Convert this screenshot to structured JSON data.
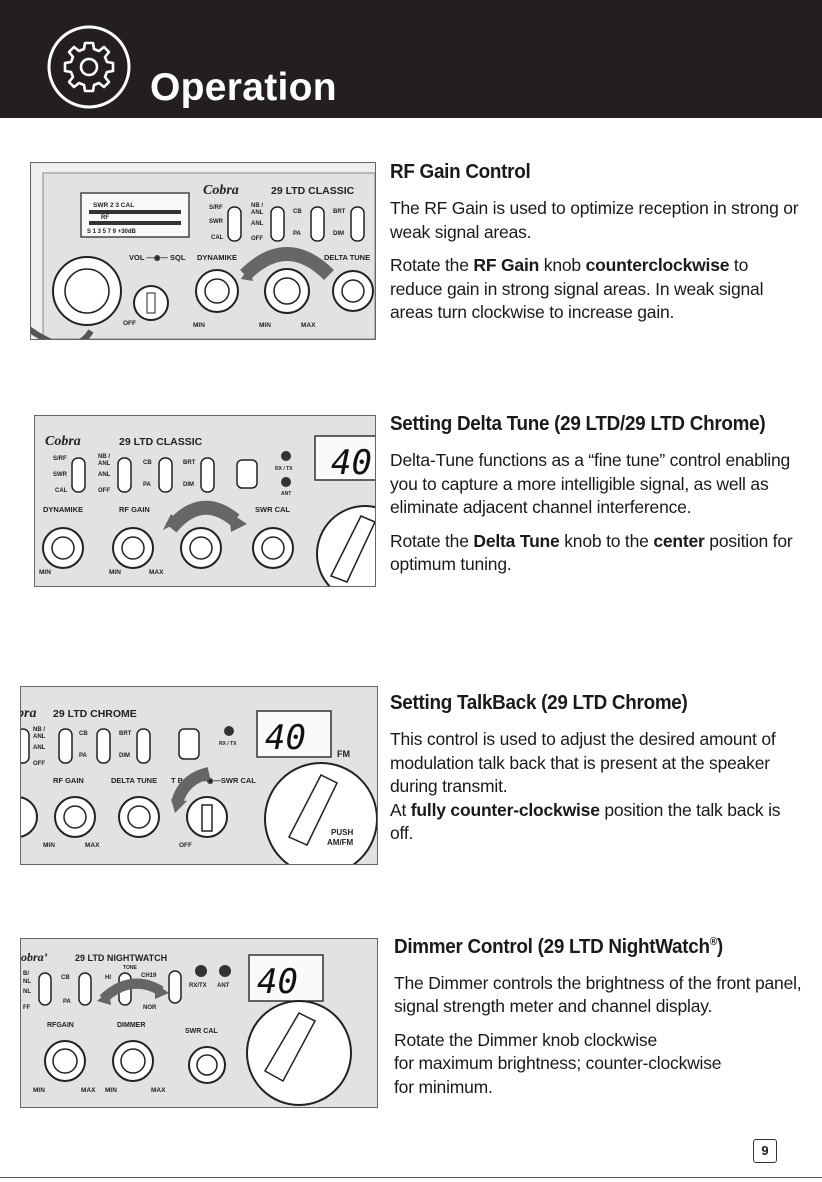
{
  "header": {
    "title": "Operation",
    "icon": "gear-icon",
    "bg_color": "#231f20"
  },
  "sections": {
    "rf_gain": {
      "title": "RF Gain Control",
      "p1": "The RF Gain is used to optimize reception in strong or weak signal areas.",
      "p2_a": "Rotate the ",
      "p2_b": "RF Gain",
      "p2_c": " knob ",
      "p2_d": "counterclockwise",
      "p2_e": " to reduce gain in strong signal areas. In weak signal areas turn clockwise to increase gain.",
      "panel": {
        "brand": "Cobra",
        "model": "29 LTD CLASSIC",
        "meter_top": "SWR   2    3        CAL",
        "meter_rf": "RF",
        "meter_bottom": "S 1      3   5  7  9   +30dB",
        "sw_srf": "S/RF",
        "sw_swr": "SWR",
        "sw_cal": "CAL",
        "sw_nb": "NB /",
        "sw_anl": "ANL",
        "sw_anl2": "ANL",
        "sw_off": "OFF",
        "sw_cb": "CB",
        "sw_pa": "PA",
        "sw_brt": "BRT",
        "sw_dim": "DIM",
        "k_volsql": "VOL —◉— SQL",
        "k_dynamike": "DYNAMIKE",
        "k_deltatune": "DELTA TUNE",
        "s_off": "OFF",
        "s_min1": "MIN",
        "s_min2": "MIN",
        "s_max": "MAX"
      }
    },
    "delta_tune": {
      "title": "Setting Delta Tune (29 LTD/29 LTD Chrome)",
      "p1": "Delta-Tune functions as a “fine tune” control enabling you to capture a more intelligible signal, as well as eliminate adjacent channel interference.",
      "p2_a": "Rotate the ",
      "p2_b": "Delta Tune",
      "p2_c": "  knob to the ",
      "p2_d": "center",
      "p2_e": " position for optimum tuning.",
      "panel": {
        "brand": "Cobra",
        "model": "29 LTD CLASSIC",
        "sw_srf": "S/RF",
        "sw_swr": "SWR",
        "sw_cal": "CAL",
        "sw_nb": "NB /",
        "sw_anl": "ANL",
        "sw_anl2": "ANL",
        "sw_off": "OFF",
        "sw_cb": "CB",
        "sw_pa": "PA",
        "sw_brt": "BRT",
        "sw_dim": "DIM",
        "led_rxtx": "RX / TX",
        "led_ant": "ANT",
        "channel": "40",
        "k_dynamike": "DYNAMIKE",
        "k_rfgain": "RF GAIN",
        "k_swrcal": "SWR CAL",
        "s_min1": "MIN",
        "s_min2": "MIN",
        "s_max": "MAX"
      }
    },
    "talkback": {
      "title": "Setting TalkBack (29 LTD Chrome)",
      "p1": "This control is used to adjust the desired amount of modulation talk back that is present at the speaker during transmit.",
      "p2_a": "At ",
      "p2_b": "fully counter-clockwise",
      "p2_c": " position the talk back is off.",
      "panel": {
        "brand": "bra",
        "model": "29 LTD CHROME",
        "sw_nb": "NB /",
        "sw_anl": "ANL",
        "sw_anl2": "ANL",
        "sw_off": "OFF",
        "sw_cb": "CB",
        "sw_pa": "PA",
        "sw_brt": "BRT",
        "sw_dim": "DIM",
        "led_rxtx": "RX / TX",
        "channel": "40",
        "fm": "FM",
        "k_rfgain": "RF GAIN",
        "k_deltatune": "DELTA TUNE",
        "k_talkback": "T BACK—◉—SWR CAL",
        "s_min": "MIN",
        "s_max": "MAX",
        "s_off": "OFF",
        "push": "PUSH",
        "amfm": "AM/FM"
      }
    },
    "dimmer": {
      "title_a": "Dimmer Control (29 LTD NightWatch",
      "title_sup": "®",
      "title_b": ")",
      "p1": "The Dimmer controls the brightness of the front panel, signal strength meter and channel display.",
      "p2_a": "Rotate the Dimmer knob clockwise",
      "p2_b": "for maximum brightness; counter-clockwise",
      "p2_c": "for minimum.",
      "panel": {
        "brand": "obra’",
        "model": "29 LTD NIGHTWATCH",
        "sw_b": "B/",
        "sw_nl": "NL",
        "sw_nl2": "NL",
        "sw_ff": "FF",
        "sw_cb": "CB",
        "sw_pa": "PA",
        "sw_hi": "HI",
        "sw_tone": "TONE",
        "sw_ch19": "CH19",
        "sw_nor": "NOR",
        "led_rxtx": "RX/TX",
        "led_ant": "ANT",
        "channel": "40",
        "k_rfgain": "RFGAIN",
        "k_dimmer": "DIMMER",
        "k_swrcal": "SWR CAL",
        "s_min1": "MIN",
        "s_max1": "MAX",
        "s_min2": "MIN",
        "s_max2": "MAX"
      }
    }
  },
  "page_number": "9"
}
